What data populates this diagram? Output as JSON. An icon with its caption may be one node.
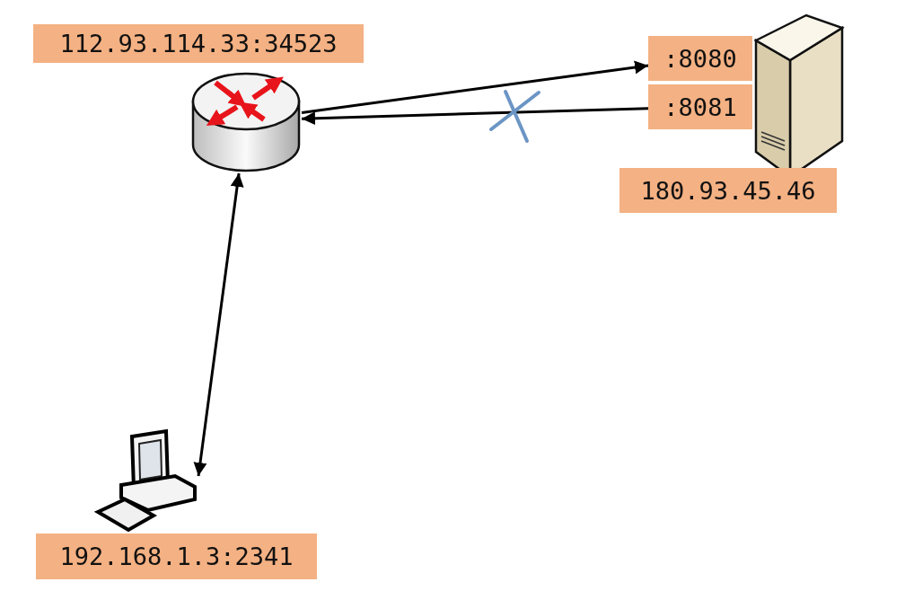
{
  "diagram": {
    "nodes": [
      {
        "text": [
          "112.93.114.33:34523"
        ]
      },
      {
        "text": [],
        "shape": "router"
      },
      {
        "text": [
          ":8080"
        ]
      },
      {
        "text": [
          ":8081"
        ]
      },
      {
        "text": [],
        "shape": "server"
      },
      {
        "text": [
          "180.93.45.46"
        ]
      },
      {
        "text": [],
        "shape": "computer"
      },
      {
        "text": [
          "192.168.1.3:2341"
        ]
      }
    ],
    "edges": [
      {
        "from": 1,
        "to": 2,
        "arrow": "to"
      },
      {
        "from": 3,
        "to": 1,
        "arrow": "to"
      },
      {
        "from": 1,
        "to": 6,
        "arrow": "both"
      }
    ]
  }
}
